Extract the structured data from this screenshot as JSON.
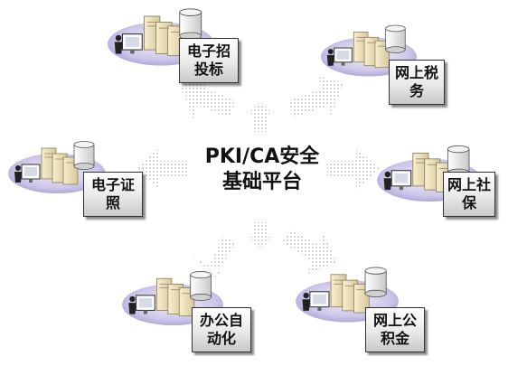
{
  "center": {
    "line1": "PKI/CA安全",
    "line2": "基础平台"
  },
  "nodes": [
    {
      "label": "电子招\n投标"
    },
    {
      "label": "网上税\n务"
    },
    {
      "label": "电子证\n照"
    },
    {
      "label": "网上社\n保"
    },
    {
      "label": "办公自\n动化"
    },
    {
      "label": "网上公\n积金"
    }
  ],
  "icons": {
    "server": "server-rack-icon",
    "database": "database-cylinder-icon",
    "user": "user-at-workstation-icon",
    "arrow": "dotted-arrow-icon"
  },
  "colors": {
    "ellipse": "#c9c3e6",
    "server": "#efe4c0",
    "arrow": "#c8d0c8"
  }
}
